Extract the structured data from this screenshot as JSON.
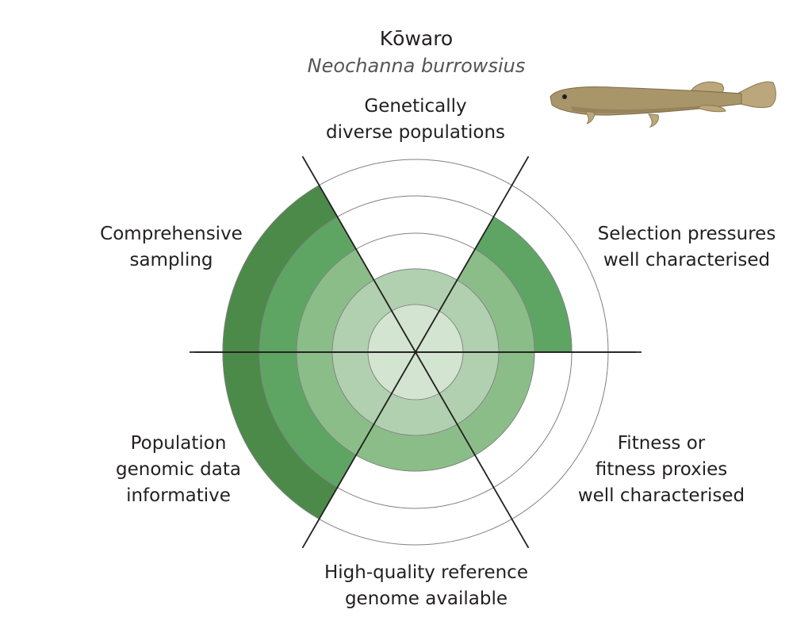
{
  "title": {
    "common_name": "Kōwaro",
    "scientific_name": "Neochanna burrowsius"
  },
  "axes": [
    {
      "id": "genetic",
      "label": "Genetically\ndiverse populations",
      "level": 2
    },
    {
      "id": "selection",
      "label": "Selection pressures\nwell characterised",
      "level": 4
    },
    {
      "id": "fitness",
      "label": "Fitness or\nfitness proxies\nwell characterised",
      "level": 3
    },
    {
      "id": "reference",
      "label": "High-quality reference\ngenome available",
      "level": 3
    },
    {
      "id": "population",
      "label": "Population\ngenomic data\ninformative",
      "level": 5
    },
    {
      "id": "sampling",
      "label": "Comprehensive\nsampling",
      "level": 5
    }
  ],
  "max_level": 5,
  "colors": {
    "ring_1": "#d3e4d1",
    "ring_2": "#b0d0af",
    "ring_3": "#8bbd89",
    "ring_4": "#5ea564",
    "ring_5": "#4c8a4a",
    "line": "#231f20",
    "grid": "#808080",
    "fish_body": "#a8956a",
    "fish_fin": "#bba77b"
  },
  "icons": {
    "species": "fish-icon"
  }
}
